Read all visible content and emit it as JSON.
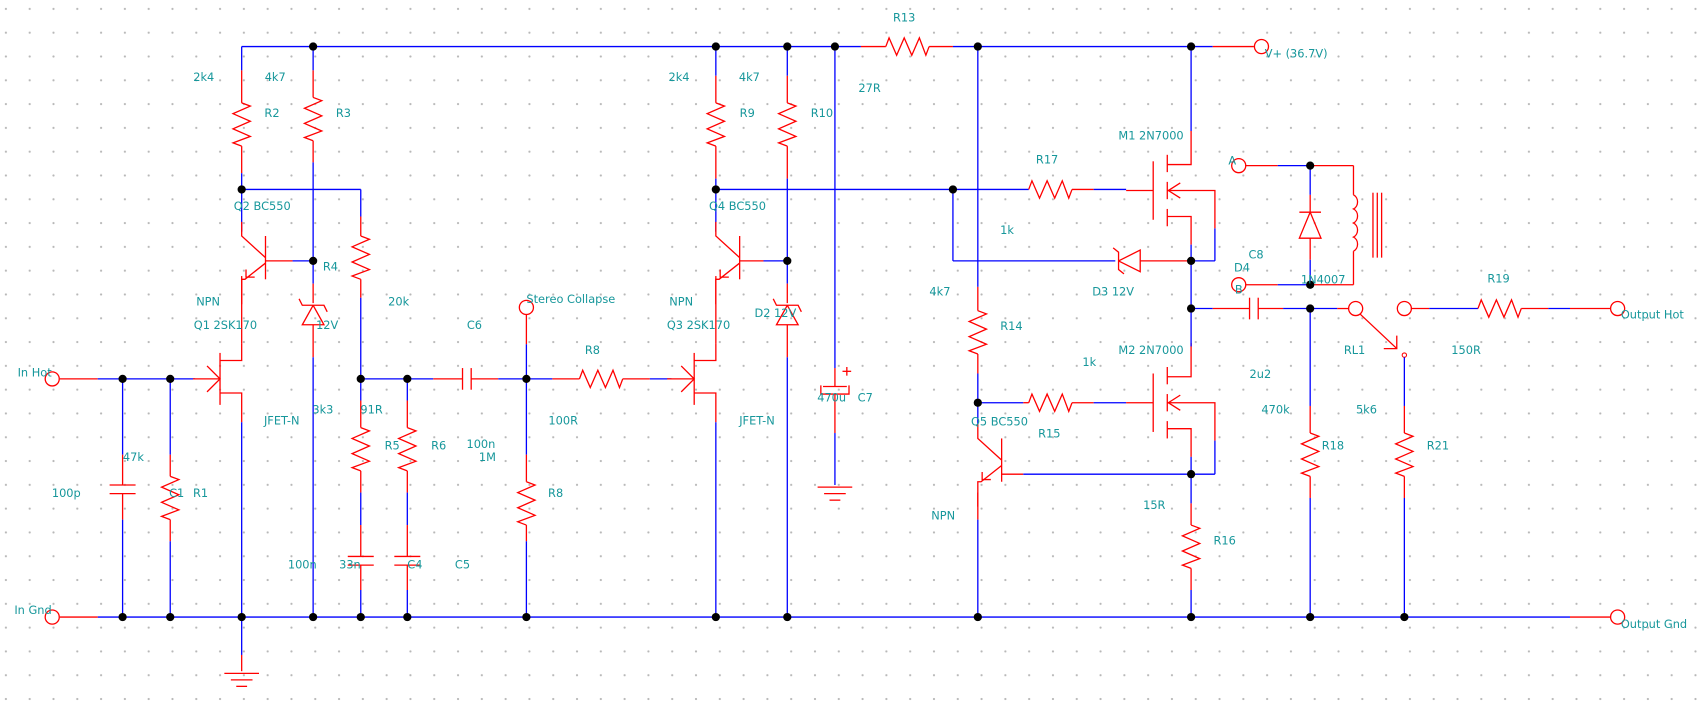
{
  "colors": {
    "wire": "#0000ff",
    "component": "#ff0000",
    "label": "#17979b",
    "junction": "#000000"
  },
  "terminals": {
    "in_hot": "In Hot",
    "in_gnd": "In Gnd",
    "stereo_collapse": "Stereo Collapse",
    "vplus": "V+ (36.7V)",
    "a": "A",
    "b": "B",
    "output_hot": "Output Hot",
    "output_gnd": "Output Gnd"
  },
  "components": {
    "R1": {
      "ref": "R1",
      "value": "47k"
    },
    "C1": {
      "ref": "C1",
      "value": "100p"
    },
    "R2": {
      "ref": "R2",
      "value": "2k4"
    },
    "R3": {
      "ref": "R3",
      "value": "4k7"
    },
    "R4": {
      "ref": "R4",
      "value": "20k"
    },
    "Q1": {
      "ref": "Q1 2SK170",
      "type": "JFET-N"
    },
    "Q2": {
      "ref": "Q2 BC550",
      "type": "NPN"
    },
    "D1": {
      "value": "12V"
    },
    "R5": {
      "ref": "R5",
      "value": "91R"
    },
    "R6": {
      "ref": "R6",
      "value": "3k3"
    },
    "C4": {
      "ref": "C4",
      "value": "33n"
    },
    "C5": {
      "ref": "C5",
      "value": "100n"
    },
    "C6": {
      "ref": "C6",
      "value": "100n"
    },
    "R8a": {
      "ref": "R8",
      "value": "100R"
    },
    "R8b": {
      "ref": "R8",
      "value": "1M"
    },
    "R9": {
      "ref": "R9",
      "value": "2k4"
    },
    "R10": {
      "ref": "R10",
      "value": "4k7"
    },
    "R13": {
      "ref": "R13",
      "value": "27R"
    },
    "Q3": {
      "ref": "Q3 2SK170",
      "type": "JFET-N"
    },
    "Q4": {
      "ref": "Q4 BC550",
      "type": "NPN"
    },
    "D2": {
      "ref": "D2 12V"
    },
    "C7": {
      "ref": "C7",
      "value": "470u"
    },
    "R14": {
      "ref": "R14",
      "value": "4k7"
    },
    "R15": {
      "ref": "R15",
      "value": "1k"
    },
    "R16": {
      "ref": "R16",
      "value": "15R"
    },
    "R17": {
      "ref": "R17",
      "value": "1k"
    },
    "Q5": {
      "ref": "Q5 BC550",
      "type": "NPN"
    },
    "M1": {
      "ref": "M1 2N7000"
    },
    "M2": {
      "ref": "M2 2N7000"
    },
    "D3": {
      "ref": "D3 12V"
    },
    "D4": {
      "ref": "D4",
      "value": "1N4007"
    },
    "C8": {
      "ref": "C8",
      "value": "2u2"
    },
    "RL1": {
      "ref": "RL1"
    },
    "R18": {
      "ref": "R18",
      "value": "470k"
    },
    "R19": {
      "ref": "R19",
      "value": "150R"
    },
    "R21": {
      "ref": "R21",
      "value": "5k6"
    }
  }
}
